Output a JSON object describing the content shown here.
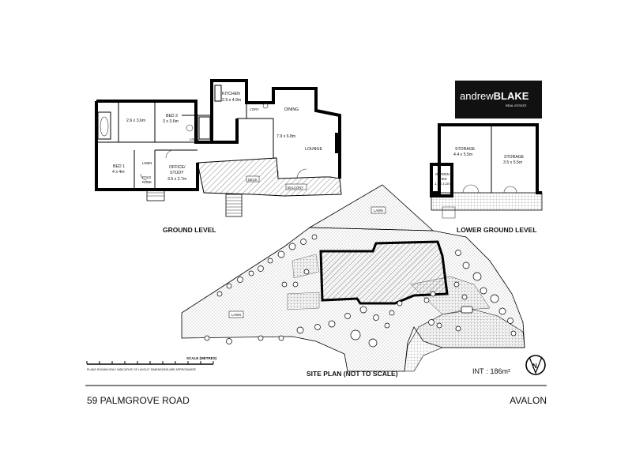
{
  "brand": {
    "name_light": "andrew",
    "name_bold": "BLAKE",
    "sub": "REAL ESTATE"
  },
  "ground_level": {
    "title": "GROUND LEVEL",
    "rooms": {
      "kitchen": "KITCHEN",
      "kitchen_size": "2.9 x 4.9m",
      "laundry": "L'DRY",
      "dining": "DINING",
      "lounge_size": "7.9 x 6.8m",
      "lounge": "LOUNGE",
      "unnamed_size": "2.6 x 3.6m",
      "bed2": "BED 2",
      "bed2_size": "3 x 3.6m",
      "bed1": "BED 1",
      "bed1_size": "4 x 4m",
      "office": "OFFICE/",
      "study": "STUDY",
      "office_size": "3.5 x 2.7m",
      "linen1": "LINEN",
      "linen2": "LINEN",
      "deck": "DECK",
      "balcony": "BALCONY",
      "fold_robe": "FOLD",
      "fold_robe2": "ROBE"
    }
  },
  "lower_ground_level": {
    "title": "LOWER GROUND LEVEL",
    "rooms": {
      "storage1": "STORAGE",
      "storage1_size": "4.4 x 5.5m",
      "storage2": "STORAGE",
      "storage2_size": "3.5 x 5.5m",
      "garden": "GARDEN",
      "shed": "SHED",
      "shed_size": "1.7 x 2.1m"
    }
  },
  "site_plan": {
    "title": "SITE PLAN (NOT TO SCALE)",
    "lawn_top": "LAWN",
    "lawn_left": "LAWN"
  },
  "scale": {
    "title": "SCALE (METRES)",
    "note": "PLANS SHOWN ONLY INDICATIVE OF LAYOUT. DIMENSIONS ARE APPROXIMATE"
  },
  "area": {
    "label": "INT",
    "value": ": 186m²"
  },
  "compass": {
    "letter": "N"
  },
  "footer": {
    "address": "59 PALMGROVE ROAD",
    "suburb": "AVALON"
  }
}
